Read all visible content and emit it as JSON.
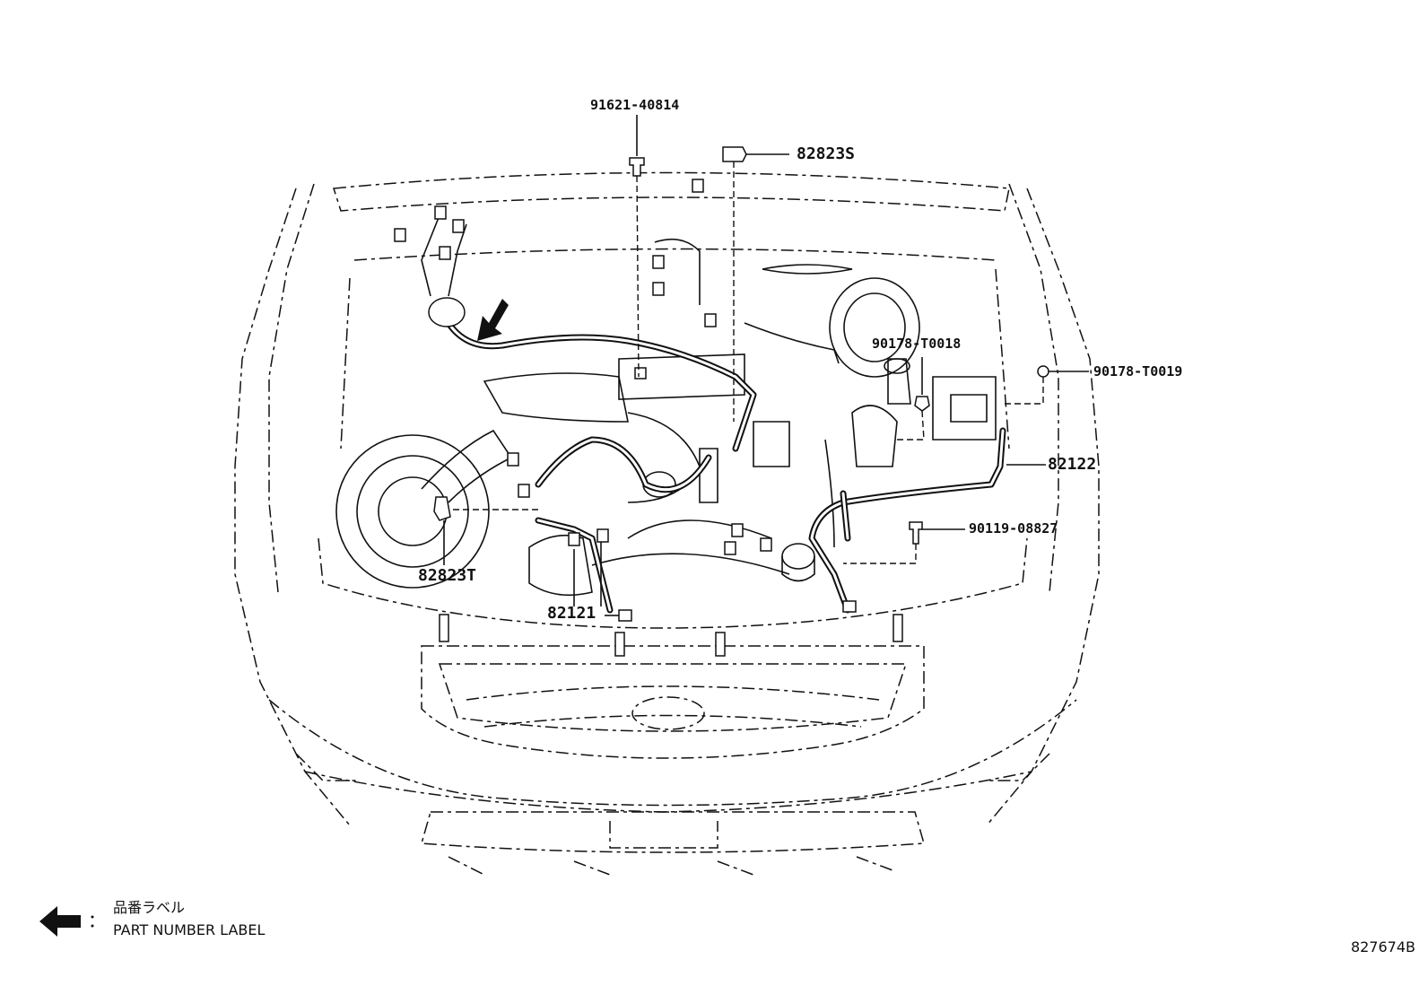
{
  "parts": {
    "p91621": "91621-40814",
    "p82823s": "82823S",
    "p90178_t0018": "90178-T0018",
    "p90178_t0019": "90178-T0019",
    "p82122": "82122",
    "p90119": "90119-08827",
    "p82823t": "82823T",
    "p82121": "82121"
  },
  "legend": {
    "icon": "arrow-left-icon",
    "label_jp": "品番ラベル",
    "label_en": "PART NUMBER LABEL"
  },
  "diagram_id": "827674B"
}
